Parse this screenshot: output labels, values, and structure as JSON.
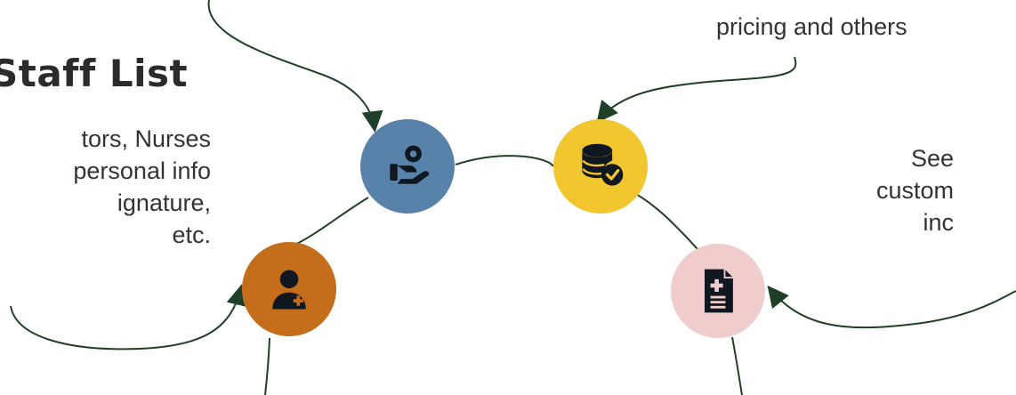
{
  "staff_list": {
    "title": "Staff List",
    "lines": [
      "tors, Nurses",
      "personal info",
      "ignature,",
      "etc."
    ]
  },
  "pricing": {
    "line": "pricing and others"
  },
  "customer_info": {
    "lines": [
      "See",
      "custom",
      "inc"
    ]
  },
  "colors": {
    "staff": "#c46d1b",
    "care": "#5882a9",
    "database": "#f1c62f",
    "record": "#f1cccd",
    "arrow": "#1f4028"
  },
  "icons": {
    "staff": "doctor-icon",
    "care": "hand-care-icon",
    "database": "database-check-icon",
    "record": "medical-record-icon"
  }
}
